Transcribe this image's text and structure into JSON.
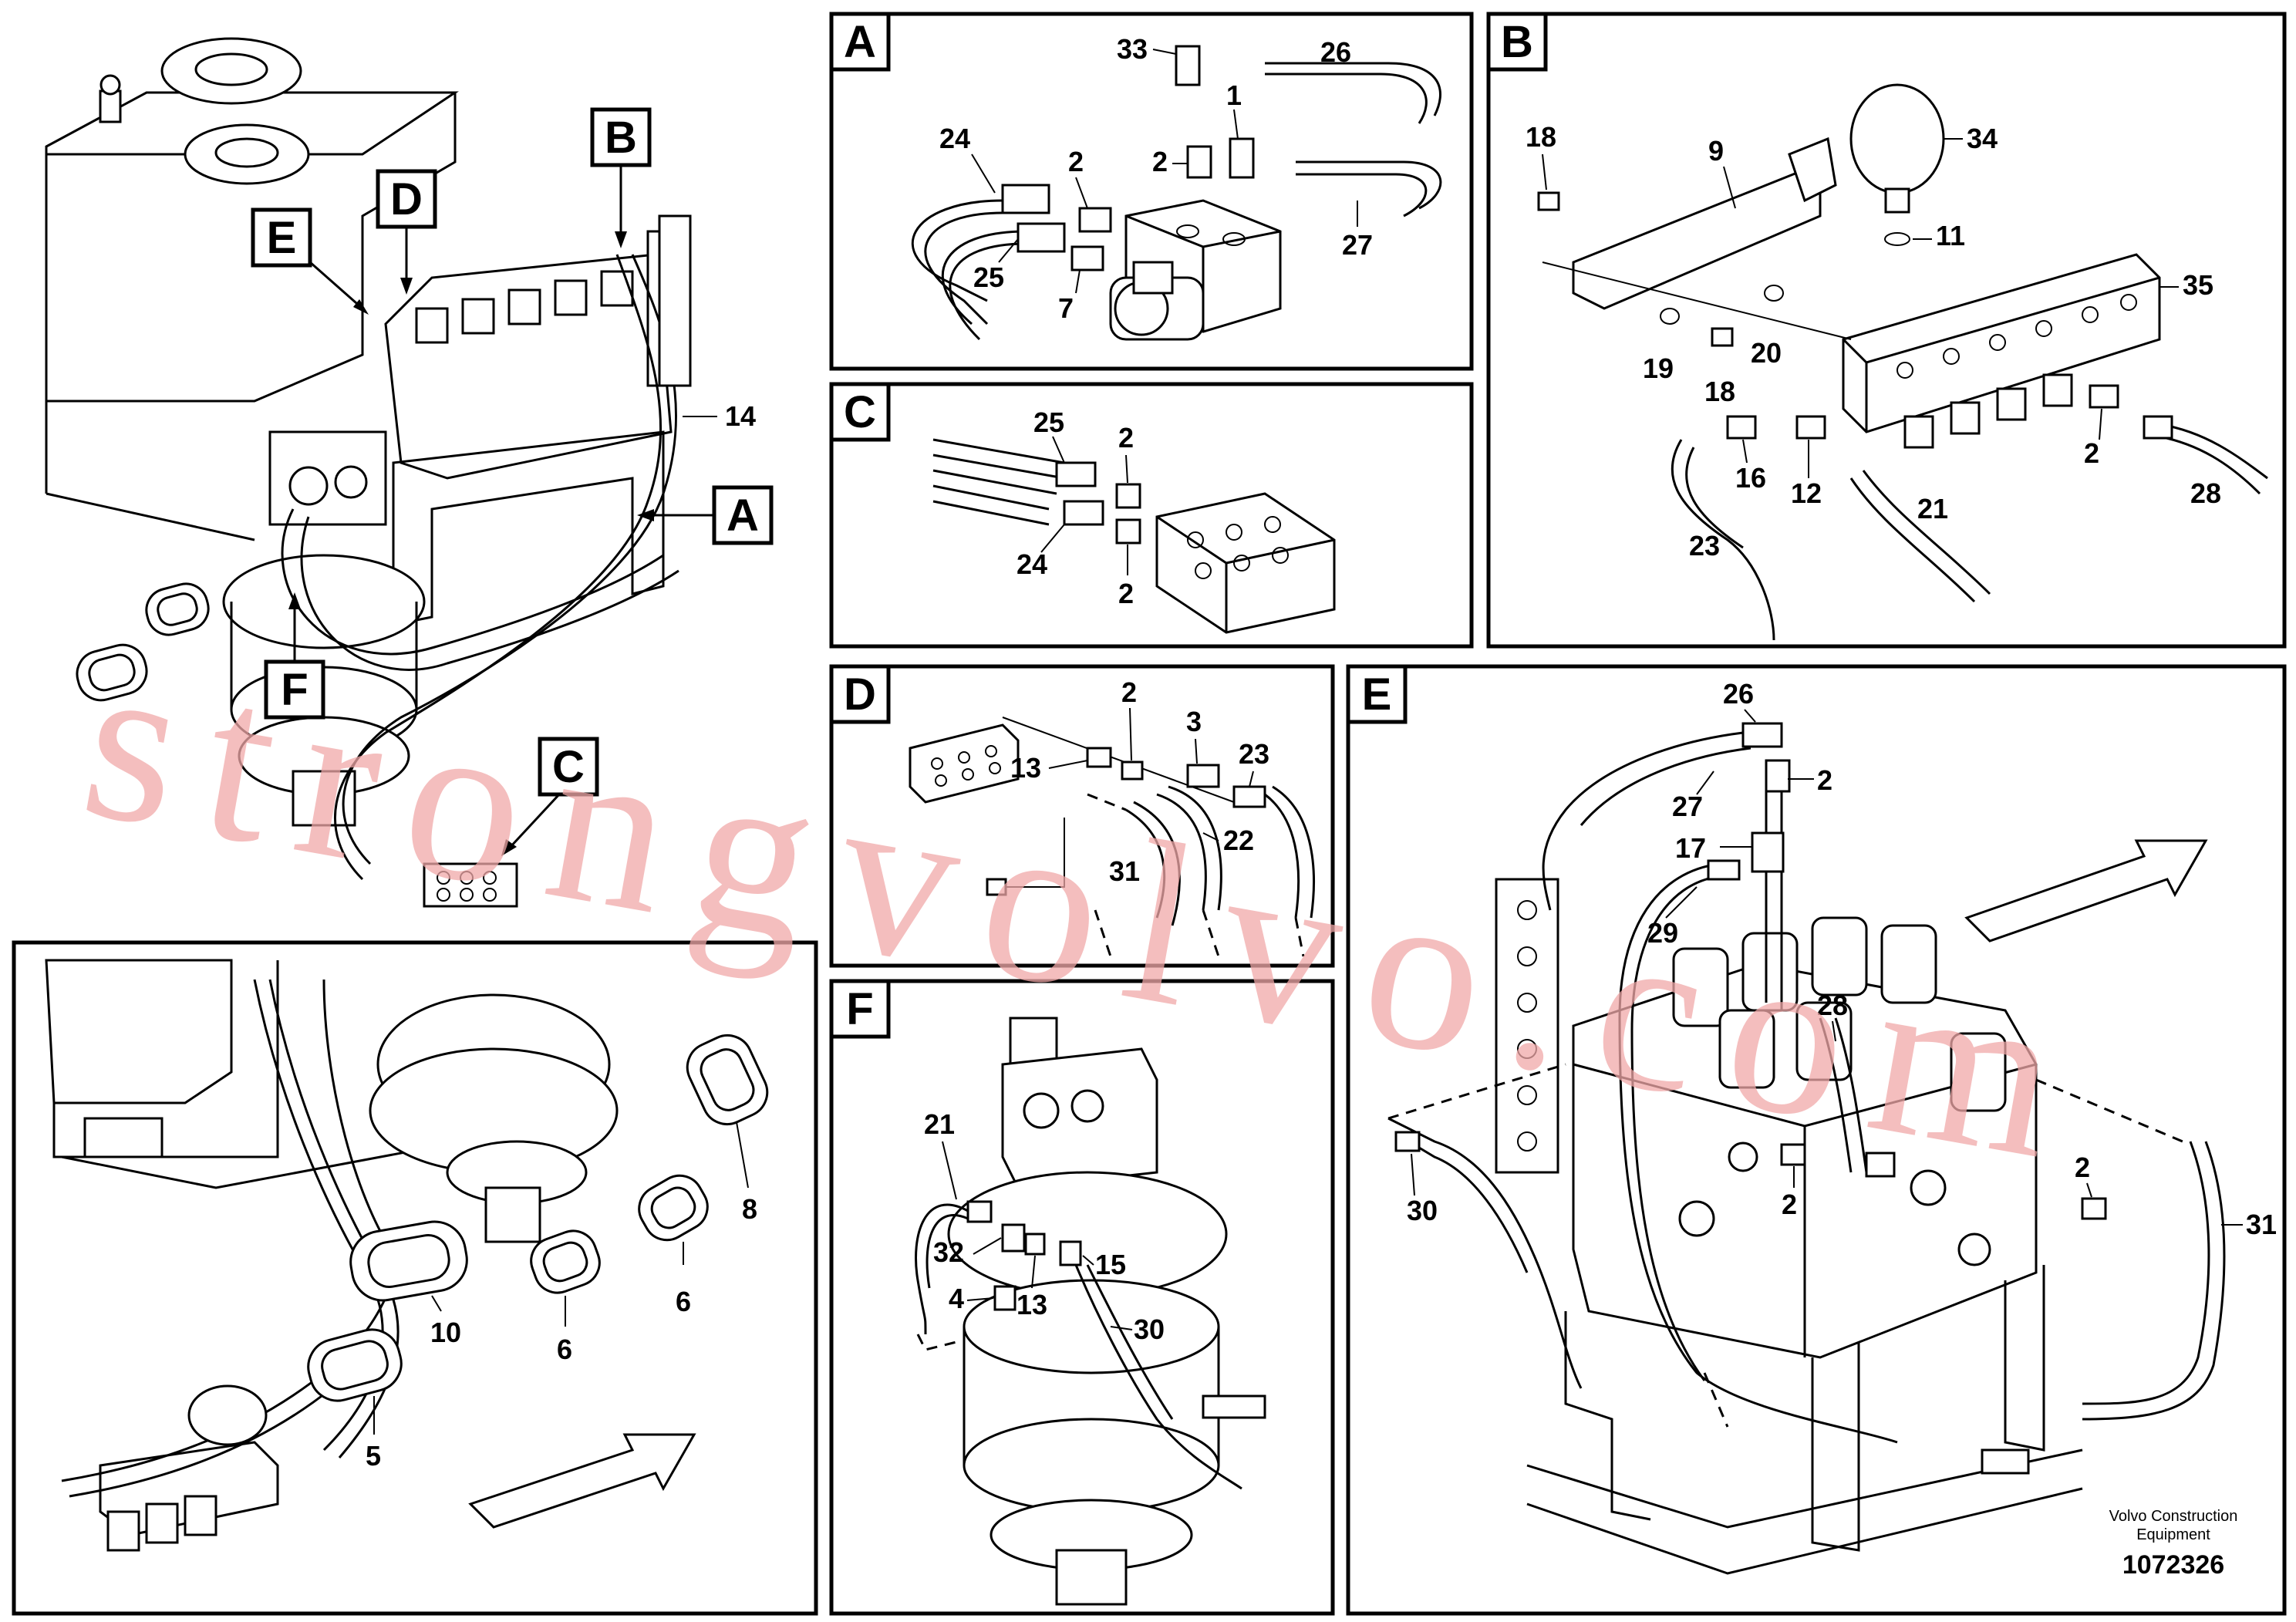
{
  "panel_letters": [
    "A",
    "B",
    "C",
    "D",
    "E",
    "F"
  ],
  "overview_tags": {
    "B": "B",
    "D": "D",
    "E": "E",
    "A": "A",
    "F": "F",
    "C": "C",
    "n14": "14"
  },
  "overview_labels": {
    "n5": "5",
    "n6a": "6",
    "n6b": "6",
    "n8": "8",
    "n10": "10"
  },
  "panelA": {
    "n33": "33",
    "n26": "26",
    "n1": "1",
    "n2a": "2",
    "n2b": "2",
    "n24": "24",
    "n25": "25",
    "n7": "7",
    "n27": "27"
  },
  "panelB": {
    "n18a": "18",
    "n9": "9",
    "n34": "34",
    "n11": "11",
    "n35": "35",
    "n19": "19",
    "n18b": "18",
    "n20": "20",
    "n16": "16",
    "n12": "12",
    "n2": "2",
    "n28": "28",
    "n23": "23",
    "n21": "21"
  },
  "panelC": {
    "n25": "25",
    "n2a": "2",
    "n24": "24",
    "n2b": "2"
  },
  "panelD": {
    "n2": "2",
    "n3": "3",
    "n23": "23",
    "n13": "13",
    "n22": "22",
    "n31": "31"
  },
  "panelE": {
    "n26": "26",
    "n2a": "2",
    "n27": "27",
    "n17": "17",
    "n29": "29",
    "n28": "28",
    "n30": "30",
    "n2b": "2",
    "n2c": "2",
    "n31": "31"
  },
  "panelF": {
    "n21": "21",
    "n32": "32",
    "n4": "4",
    "n13": "13",
    "n15": "15",
    "n30": "30"
  },
  "watermark": "strongvolvo.com",
  "footer": {
    "line1": "Volvo Construction",
    "line2": "Equipment",
    "number": "1072326"
  }
}
